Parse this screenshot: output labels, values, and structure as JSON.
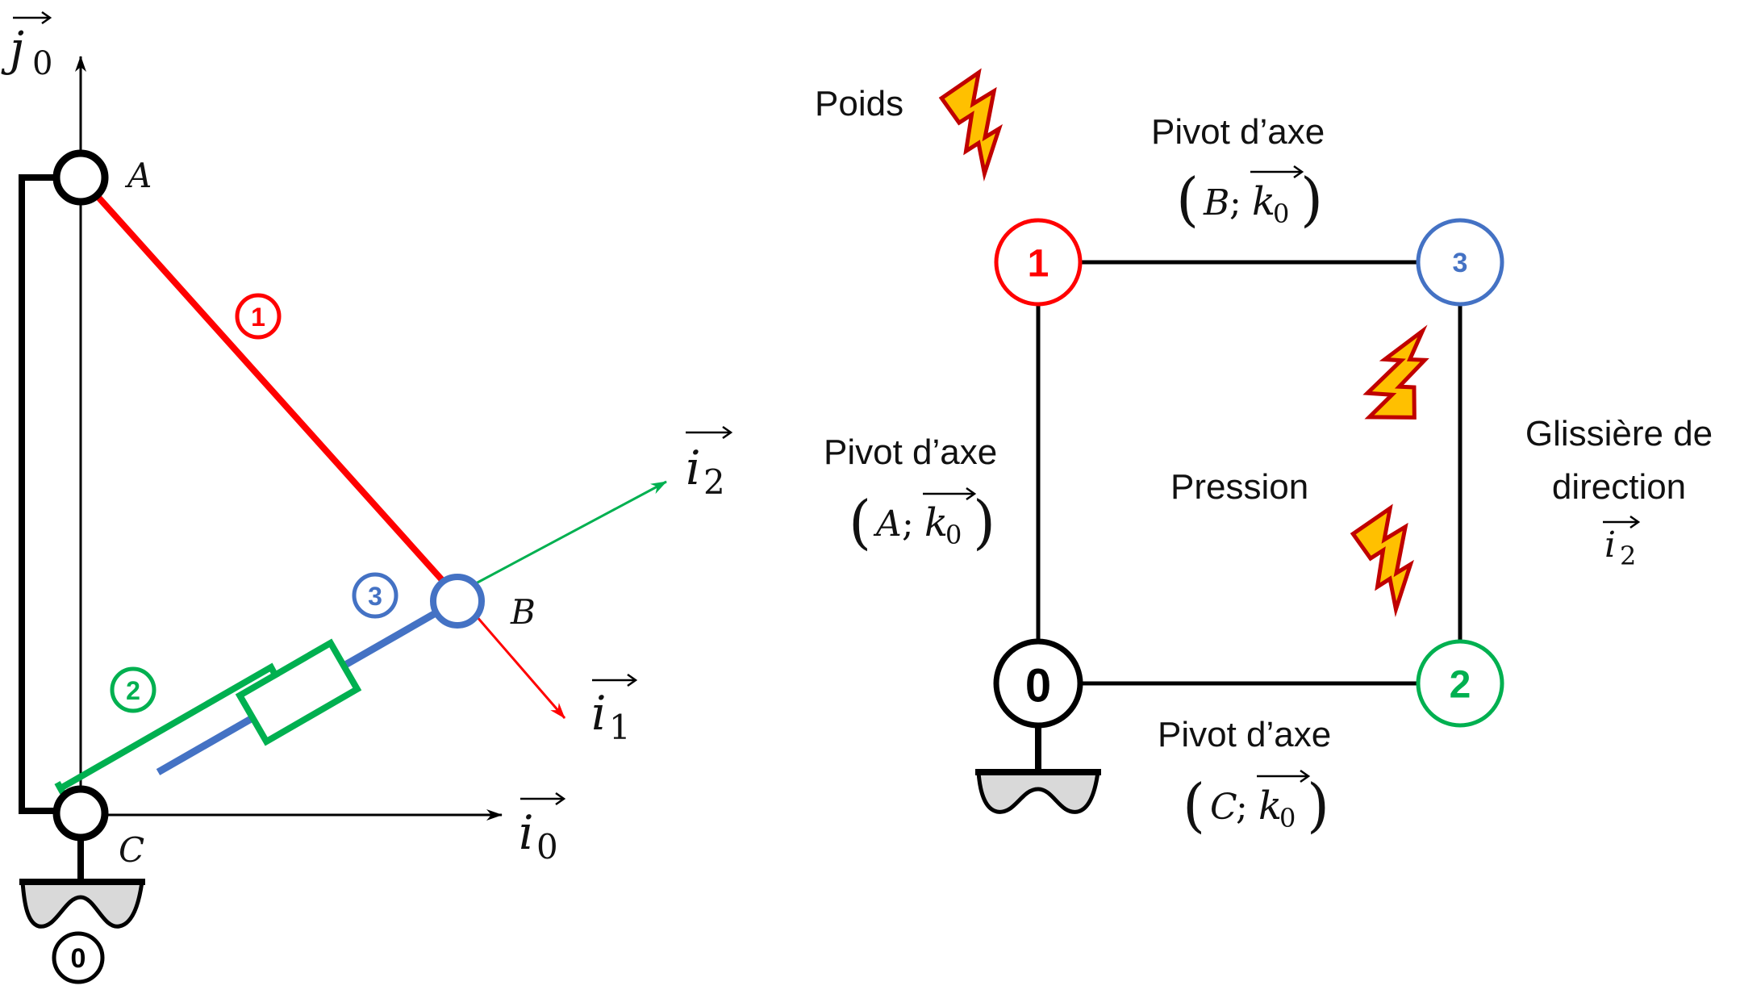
{
  "colors": {
    "part1": "#ff0000",
    "part2": "#00b050",
    "part3": "#4472c4",
    "frame": "#000000",
    "ground_fill": "#d9d9d9",
    "bolt_fill": "#ffc000",
    "bolt_stroke": "#c00000"
  },
  "mechanism": {
    "axes": {
      "j0": {
        "base": "j",
        "sub": "0"
      },
      "i0": {
        "base": "i",
        "sub": "0"
      },
      "i1": {
        "base": "i",
        "sub": "1"
      },
      "i2": {
        "base": "i",
        "sub": "2"
      }
    },
    "points": {
      "A": "A",
      "B": "B",
      "C": "C"
    },
    "parts": [
      {
        "num": "1",
        "color": "#ff0000"
      },
      {
        "num": "2",
        "color": "#00b050"
      },
      {
        "num": "3",
        "color": "#4472c4"
      }
    ],
    "ground_num": "0"
  },
  "graph": {
    "nodes": [
      {
        "id": "0",
        "color": "#000000"
      },
      {
        "id": "1",
        "color": "#ff0000"
      },
      {
        "id": "2",
        "color": "#00b050"
      },
      {
        "id": "3",
        "color": "#4472c4"
      }
    ],
    "links": {
      "top": {
        "name": "Pivot d’axe",
        "point": "B",
        "axis": {
          "base": "k",
          "sub": "0"
        }
      },
      "left": {
        "name": "Pivot d’axe",
        "point": "A",
        "axis": {
          "base": "k",
          "sub": "0"
        }
      },
      "bottom": {
        "name": "Pivot d’axe",
        "point": "C",
        "axis": {
          "base": "k",
          "sub": "0"
        }
      },
      "right": {
        "line1": "Glissière de",
        "line2": "direction",
        "axis": {
          "base": "i",
          "sub": "2"
        }
      }
    },
    "actions": {
      "weight": "Poids",
      "pressure": "Pression"
    },
    "icons": {
      "action_icon": "lightning-bolt-icon",
      "ground_icon": "ground-symbol-icon"
    }
  }
}
